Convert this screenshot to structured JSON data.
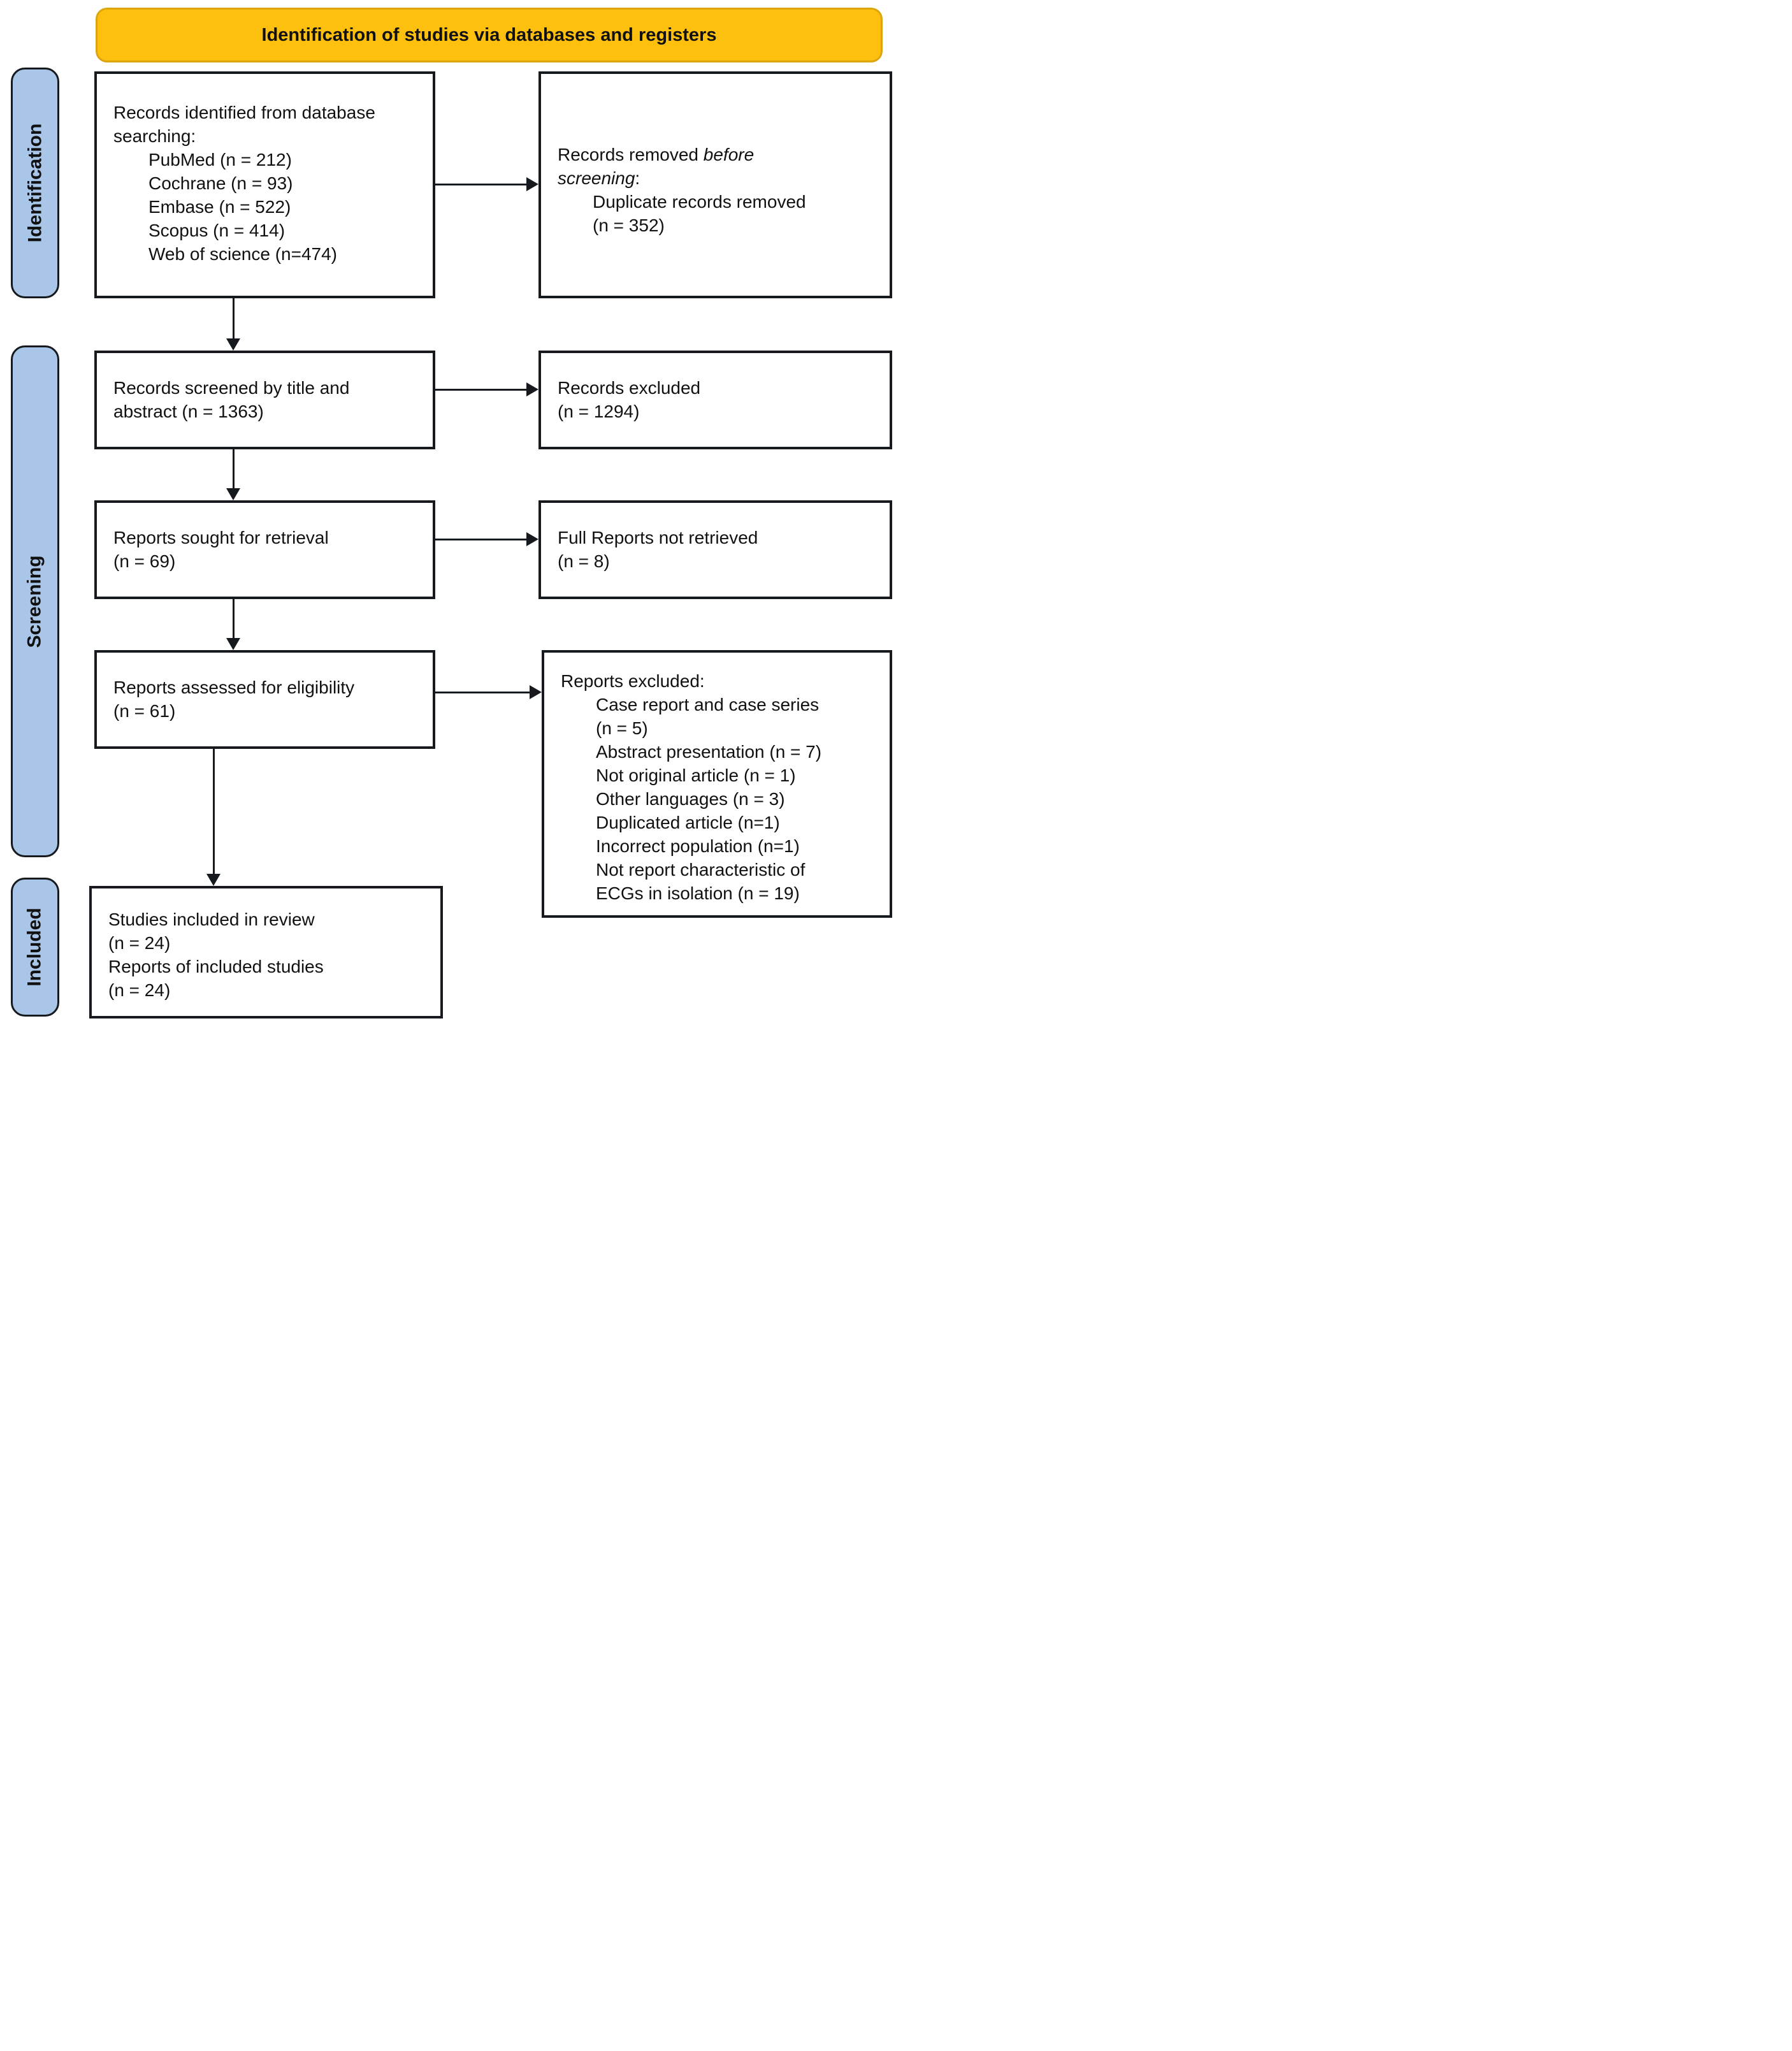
{
  "title": "Identification of studies via databases and registers",
  "colors": {
    "banner": "#FEC00F",
    "banner_border": "#DCA50C",
    "stage_fill": "#A9C6E8",
    "stage_border": "#16191d",
    "box_border": "#16191d",
    "arrow": "#16191d"
  },
  "stages": {
    "identification": "Identification",
    "screening": "Screening",
    "included": "Included"
  },
  "boxes": {
    "identified": {
      "lines": [
        "Records identified from database",
        "searching:"
      ],
      "items": [
        "PubMed (n = 212)",
        "Cochrane (n = 93)",
        "Embase (n = 522)",
        "Scopus (n = 414)",
        "Web of science (n=474)"
      ]
    },
    "removed_before_screening": {
      "normal_prefix": "Records removed ",
      "italic_line1": "before",
      "italic_line2": "screening",
      "suffix": ":",
      "items": [
        "Duplicate records removed",
        "(n = 352)"
      ]
    },
    "screened": {
      "lines": [
        "Records screened by title and",
        "abstract (n = 1363)"
      ]
    },
    "records_excluded": {
      "lines": [
        "Records excluded",
        "(n = 1294)"
      ]
    },
    "sought": {
      "lines": [
        "Reports sought for retrieval",
        "(n = 69)"
      ]
    },
    "not_retrieved": {
      "lines": [
        "Full Reports not retrieved",
        "(n = 8)"
      ]
    },
    "assessed": {
      "lines": [
        "Reports assessed for eligibility",
        "(n = 61)"
      ]
    },
    "reports_excluded": {
      "header": "Reports excluded:",
      "items": [
        "Case report and case series",
        "(n = 5)",
        "Abstract presentation (n = 7)",
        "Not original article (n = 1)",
        "Other languages (n = 3)",
        "Duplicated article (n=1)",
        "Incorrect population (n=1)",
        "Not report characteristic of",
        "ECGs in isolation (n = 19)"
      ]
    },
    "included": {
      "lines": [
        "Studies included in review",
        "(n = 24)",
        "Reports of included studies",
        "(n = 24)"
      ]
    }
  }
}
